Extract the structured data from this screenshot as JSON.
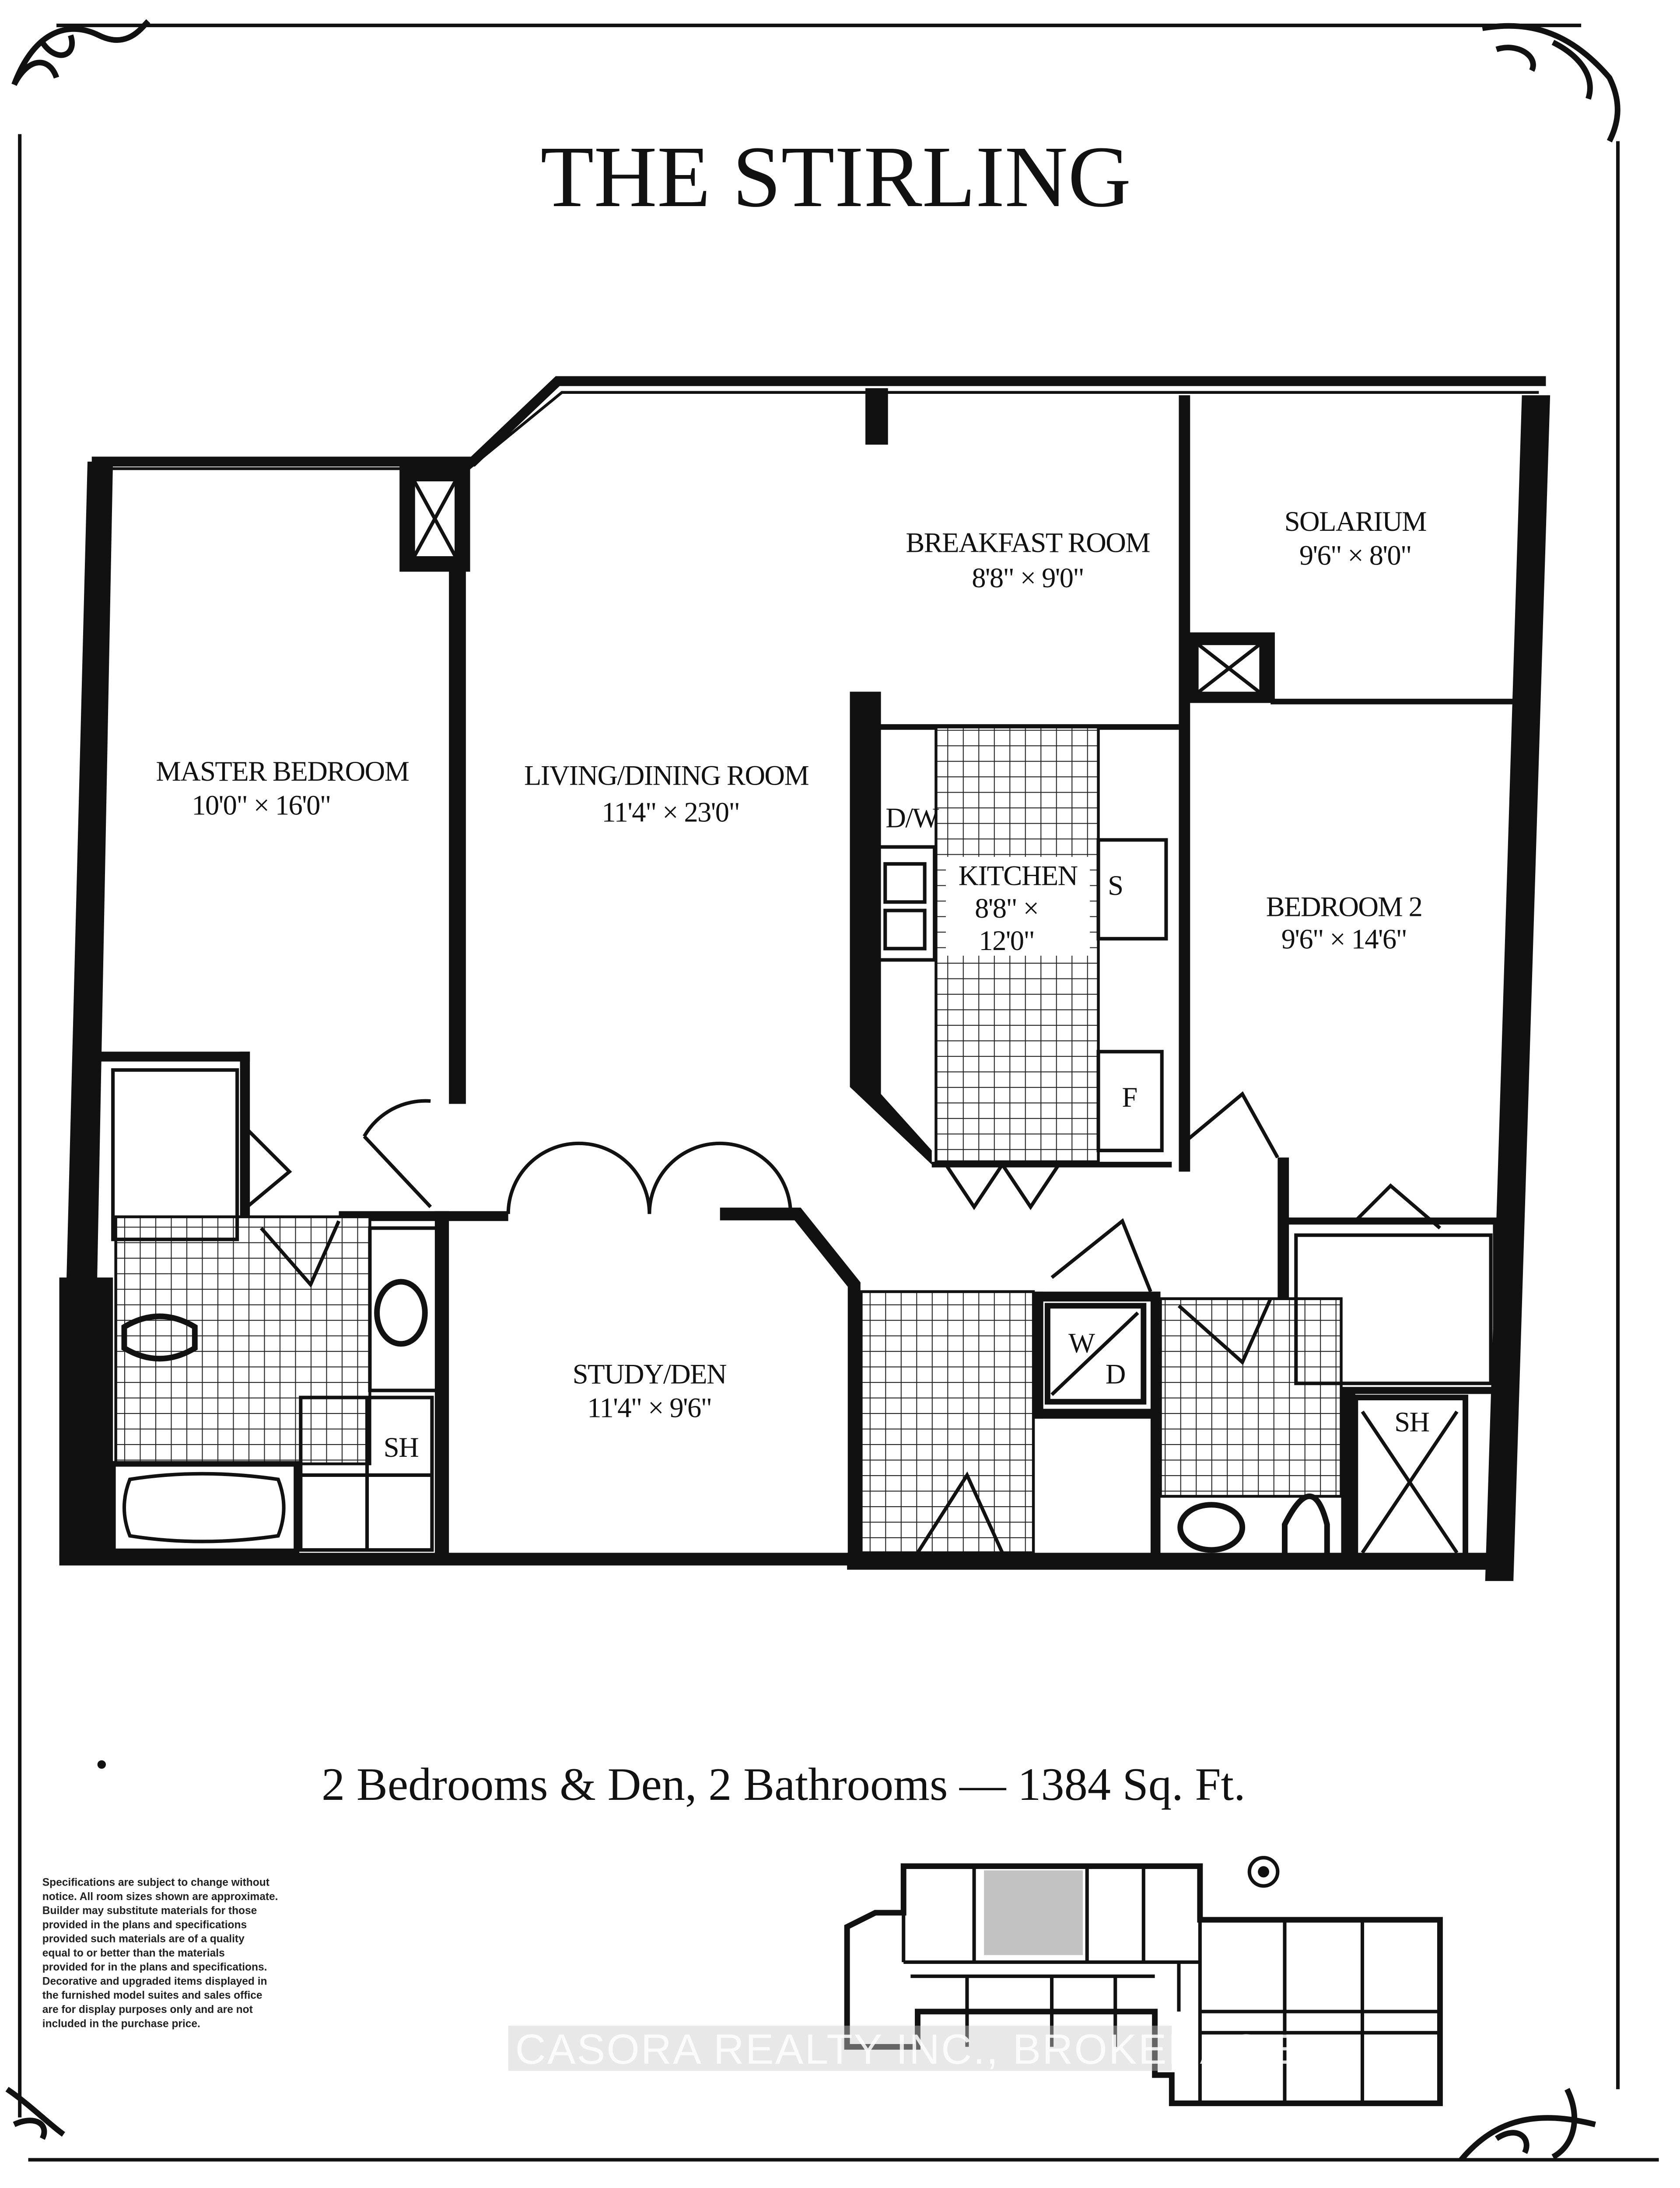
{
  "title": "THE STIRLING",
  "rooms": {
    "master_bedroom": {
      "name": "MASTER BEDROOM",
      "size": "10'0\" × 16'0\""
    },
    "living_dining": {
      "name": "LIVING/DINING ROOM",
      "size": "11'4\" × 23'0\""
    },
    "breakfast": {
      "name": "BREAKFAST ROOM",
      "size": "8'8\" × 9'0\""
    },
    "solarium": {
      "name": "SOLARIUM",
      "size": "9'6\" × 8'0\""
    },
    "kitchen": {
      "name": "KITCHEN",
      "size_a": "8'8\" ×",
      "size_b": "12'0\""
    },
    "bedroom2": {
      "name": "BEDROOM 2",
      "size": "9'6\" × 14'6\""
    },
    "study": {
      "name": "STUDY/DEN",
      "size": "11'4\" × 9'6\""
    }
  },
  "fixtures": {
    "dishwasher": "D/W",
    "stove": "S",
    "fridge": "F",
    "washer_dryer_w": "W",
    "washer_dryer_d": "D",
    "shower_1": "SH",
    "shower_2": "SH"
  },
  "summary": "2 Bedrooms & Den, 2 Bathrooms — 1384 Sq. Ft.",
  "disclaimer": [
    "Specifications are subject to change without",
    "notice. All room sizes shown are approximate.",
    "Builder may substitute materials for those",
    "provided in the plans and specifications",
    "provided such materials are of a quality",
    "equal to or better than the materials",
    "provided for in the plans and specifications.",
    "Decorative and upgraded items displayed in",
    "the furnished model suites and sales office",
    "are for display purposes only and are not",
    "included in the purchase price."
  ],
  "watermark": "CASORA REALTY INC., BROKERAGE",
  "colors": {
    "ink": "#111111",
    "paper": "#ffffff"
  }
}
